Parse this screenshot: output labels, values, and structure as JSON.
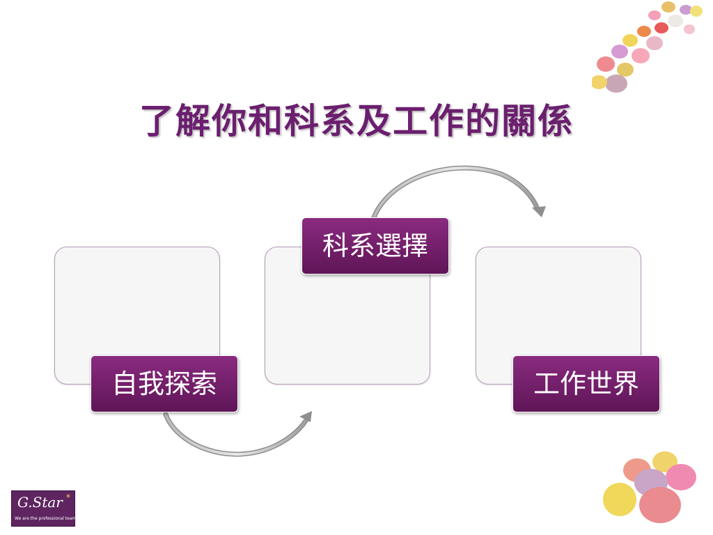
{
  "slide": {
    "title": "了解你和科系及工作的關係"
  },
  "diagram": {
    "steps": [
      {
        "label": "自我探索"
      },
      {
        "label": "科系選擇"
      },
      {
        "label": "工作世界"
      }
    ],
    "colors": {
      "title": "#6b1f6e",
      "label_fill": "#7a2370",
      "panel_fill": "#f6f6f6",
      "panel_border": "#b49ab8",
      "arrow": "#9a9a9a"
    }
  },
  "logo": {
    "name": "G.Star",
    "star": "*",
    "tagline": "We are the professional team"
  }
}
